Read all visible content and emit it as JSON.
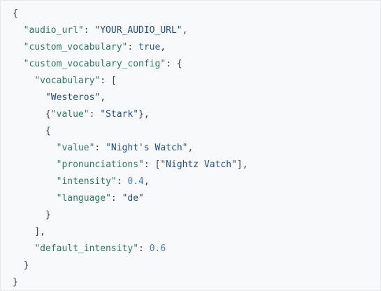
{
  "colors": {
    "background": "#f8f9fa",
    "key": "#2a7a5e",
    "string": "#1c4b8f",
    "boolean": "#2b58a8",
    "number": "#3f7fd3",
    "punctuation": "#38414d"
  },
  "code": {
    "open_root": "{",
    "audio_url_key": "\"audio_url\"",
    "audio_url_value": "\"YOUR_AUDIO_URL\"",
    "custom_vocabulary_key": "\"custom_vocabulary\"",
    "custom_vocabulary_value": "true",
    "custom_vocabulary_config_key": "\"custom_vocabulary_config\"",
    "vocabulary_key": "\"vocabulary\"",
    "vocab_item_1": "\"Westeros\"",
    "vocab_item_2_key": "\"value\"",
    "vocab_item_2_value": "\"Stark\"",
    "vocab_item_3_value_key": "\"value\"",
    "vocab_item_3_value": "\"Night's Watch\"",
    "pronunciations_key": "\"pronunciations\"",
    "pronunciations_value": "\"Nightz Vatch\"",
    "intensity_key": "\"intensity\"",
    "intensity_value": "0.4",
    "language_key": "\"language\"",
    "language_value": "\"de\"",
    "default_intensity_key": "\"default_intensity\"",
    "default_intensity_value": "0.6",
    "close_root": "}"
  }
}
